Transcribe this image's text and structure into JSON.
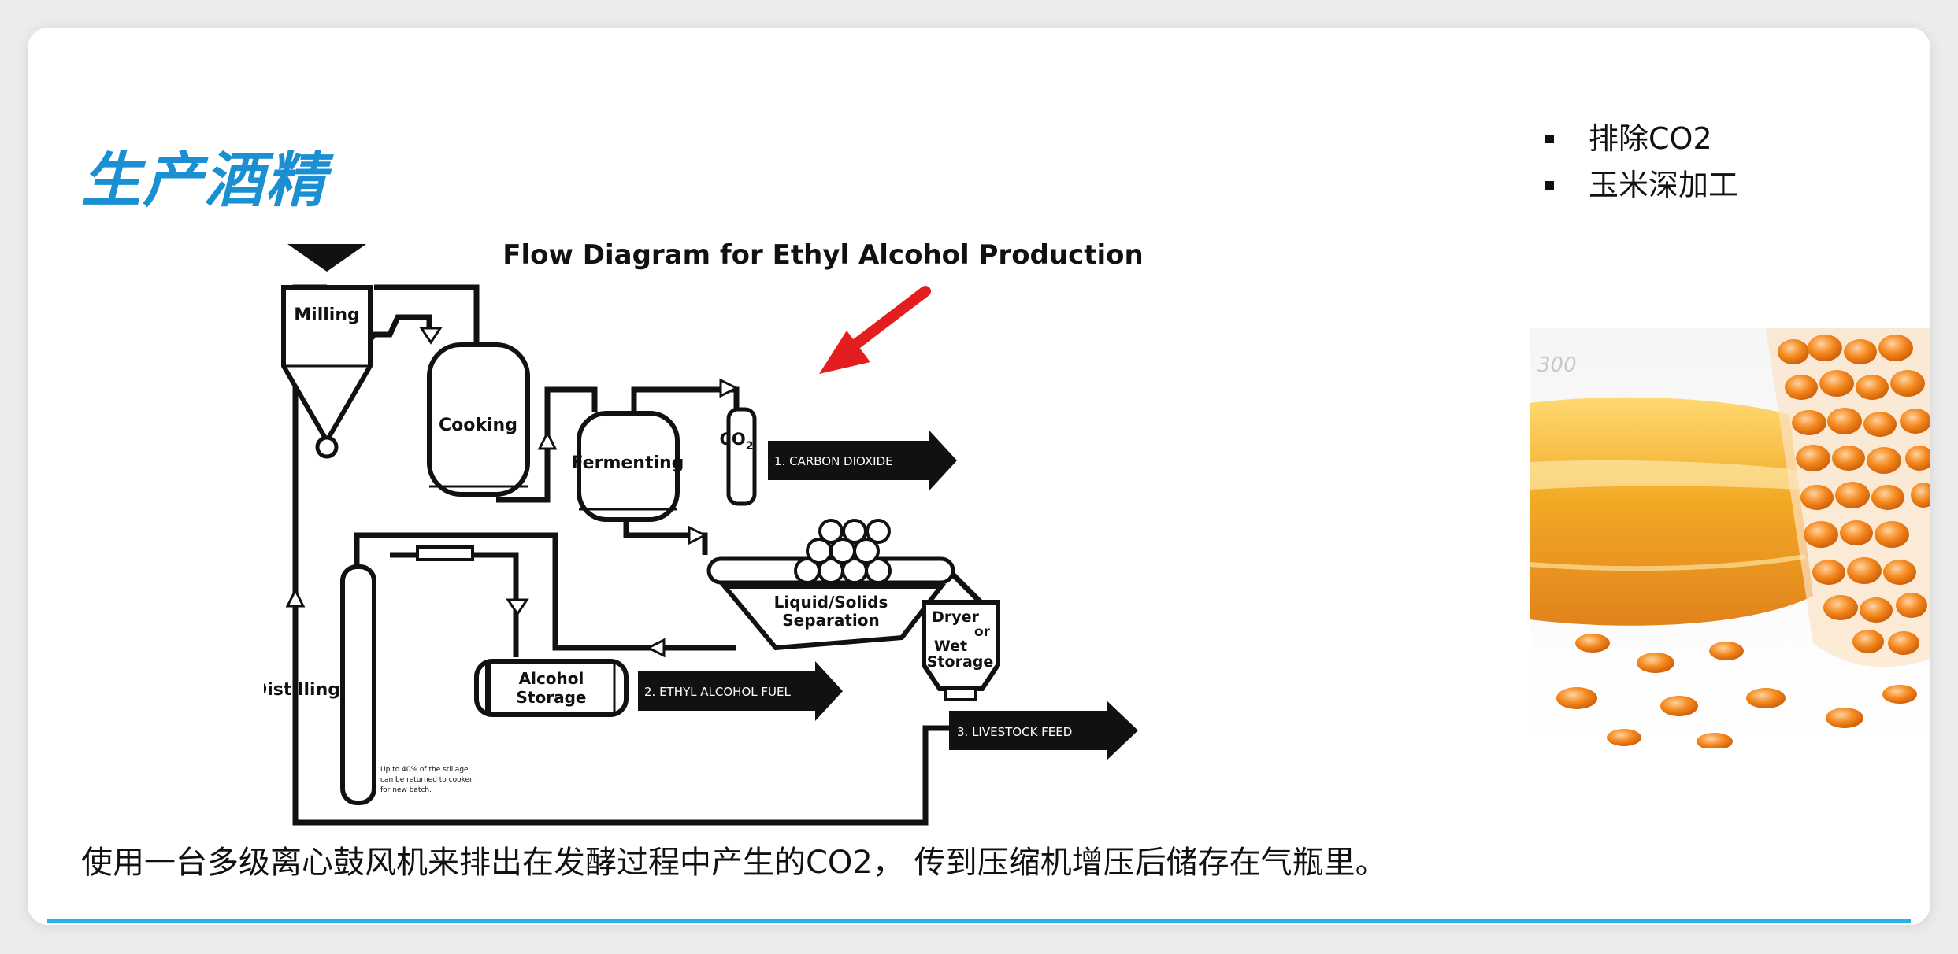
{
  "slide": {
    "title": "生产酒精",
    "bullets": [
      "排除CO2",
      "玉米深加工"
    ],
    "caption": "使用一台多级离心鼓风机来排出在发酵过程中产生的CO2， 传到压缩机增压后储存在气瓶里。"
  },
  "diagram": {
    "title": "Flow Diagram for Ethyl Alcohol Production",
    "units": {
      "milling": "Milling",
      "cooking": "Cooking",
      "fermenting": "Fermenting",
      "co2": "CO",
      "co2_sub": "2",
      "separation_line1": "Liquid/Solids",
      "separation_line2": "Separation",
      "distilling": "Distilling",
      "alcohol_storage_line1": "Alcohol",
      "alcohol_storage_line2": "Storage",
      "dryer_line1": "Dryer",
      "dryer_line2": "or",
      "dryer_line3": "Wet",
      "dryer_line4": "Storage"
    },
    "outputs": {
      "carbon_dioxide": "1. CARBON DIOXIDE",
      "ethyl_alcohol": "2. ETHYL ALCOHOL FUEL",
      "livestock_feed": "3. LIVESTOCK FEED"
    },
    "note_line1": "Up to 40% of the stillage",
    "note_line2": "can be returned to cooker",
    "note_line3": "for new batch."
  },
  "colors": {
    "title": "#1a8fd1",
    "accent_line": "#27b2e6",
    "pointer_arrow": "#e41e1e",
    "photo_liquid": "#f2a51a",
    "photo_corn": "#f07e12"
  },
  "icons": {
    "pointer": "red-arrow-icon",
    "bullet": "square-bullet-icon"
  }
}
